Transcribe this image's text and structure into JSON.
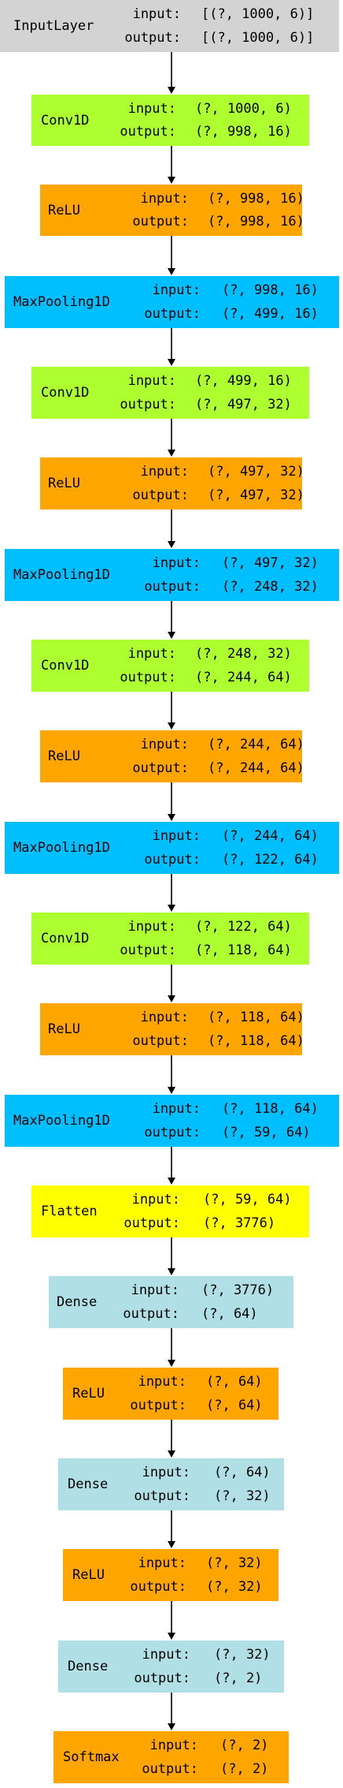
{
  "colors": {
    "input": "#d3d3d3",
    "conv": "#adff2f",
    "relu": "#ffa500",
    "pool": "#00bfff",
    "flatten": "#ffff00",
    "dense": "#b0e0e6",
    "arrow": "#000000"
  },
  "io_labels": {
    "input": "input:",
    "output": "output:"
  },
  "layers": [
    {
      "name": "InputLayer",
      "kind": "input",
      "input": "[(?, 1000, 6)]",
      "output": "[(?, 1000, 6)]"
    },
    {
      "name": "Conv1D",
      "kind": "conv",
      "input": "(?, 1000, 6)",
      "output": "(?, 998, 16)"
    },
    {
      "name": "ReLU",
      "kind": "relu",
      "input": "(?, 998, 16)",
      "output": "(?, 998, 16)"
    },
    {
      "name": "MaxPooling1D",
      "kind": "pool",
      "input": "(?, 998, 16)",
      "output": "(?, 499, 16)"
    },
    {
      "name": "Conv1D",
      "kind": "conv",
      "input": "(?, 499, 16)",
      "output": "(?, 497, 32)"
    },
    {
      "name": "ReLU",
      "kind": "relu",
      "input": "(?, 497, 32)",
      "output": "(?, 497, 32)"
    },
    {
      "name": "MaxPooling1D",
      "kind": "pool",
      "input": "(?, 497, 32)",
      "output": "(?, 248, 32)"
    },
    {
      "name": "Conv1D",
      "kind": "conv",
      "input": "(?, 248, 32)",
      "output": "(?, 244, 64)"
    },
    {
      "name": "ReLU",
      "kind": "relu",
      "input": "(?, 244, 64)",
      "output": "(?, 244, 64)"
    },
    {
      "name": "MaxPooling1D",
      "kind": "pool",
      "input": "(?, 244, 64)",
      "output": "(?, 122, 64)"
    },
    {
      "name": "Conv1D",
      "kind": "conv",
      "input": "(?, 122, 64)",
      "output": "(?, 118, 64)"
    },
    {
      "name": "ReLU",
      "kind": "relu",
      "input": "(?, 118, 64)",
      "output": "(?, 118, 64)"
    },
    {
      "name": "MaxPooling1D",
      "kind": "pool",
      "input": "(?, 118, 64)",
      "output": "(?, 59, 64)"
    },
    {
      "name": "Flatten",
      "kind": "flatten",
      "input": "(?, 59, 64)",
      "output": "(?, 3776)"
    },
    {
      "name": "Dense",
      "kind": "dense",
      "input": "(?, 3776)",
      "output": "(?, 64)"
    },
    {
      "name": "ReLU",
      "kind": "relu",
      "input": "(?, 64)",
      "output": "(?, 64)"
    },
    {
      "name": "Dense",
      "kind": "dense",
      "input": "(?, 64)",
      "output": "(?, 32)"
    },
    {
      "name": "ReLU",
      "kind": "relu",
      "input": "(?, 32)",
      "output": "(?, 32)"
    },
    {
      "name": "Dense",
      "kind": "dense",
      "input": "(?, 32)",
      "output": "(?, 2)"
    },
    {
      "name": "Softmax",
      "kind": "relu",
      "input": "(?, 2)",
      "output": "(?, 2)"
    }
  ]
}
